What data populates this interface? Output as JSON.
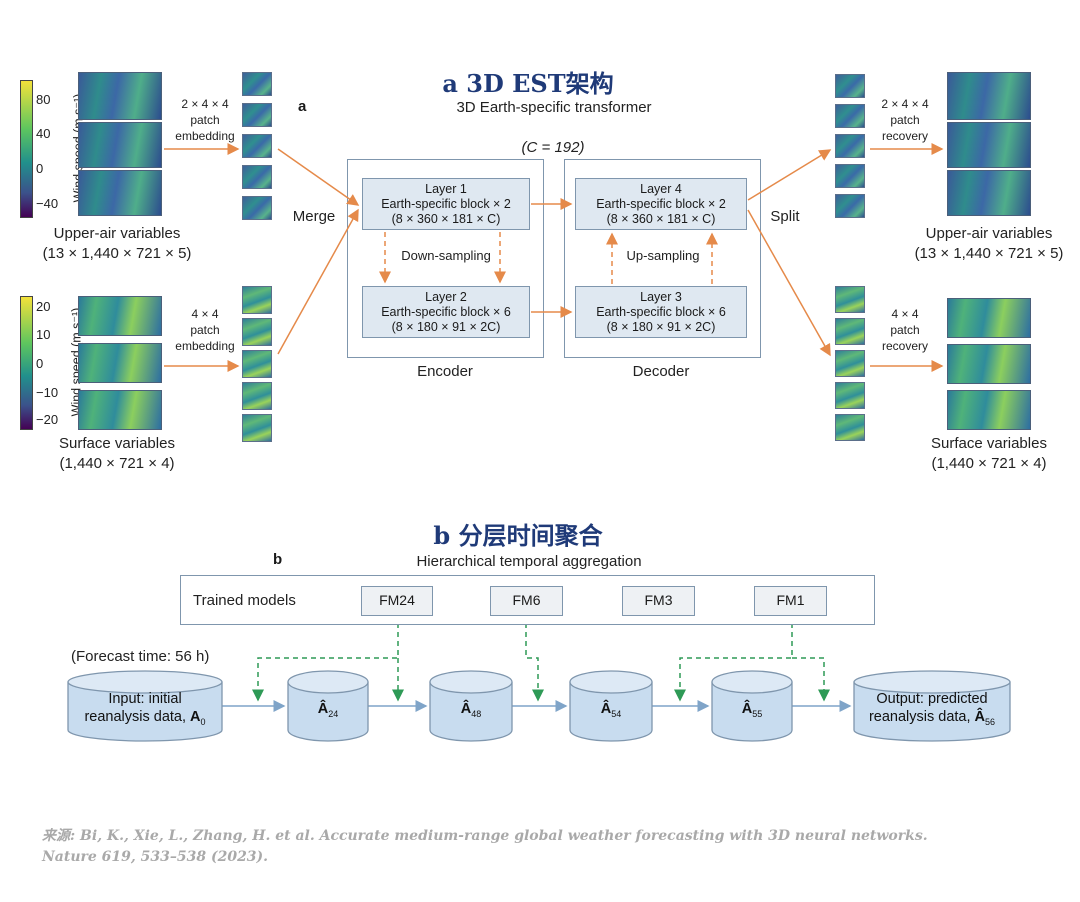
{
  "section_a": {
    "title": "a 3D EST架构",
    "letter": "a",
    "subtitle": "3D Earth-specific transformer",
    "channel": "(C = 192)",
    "layer1": {
      "line1": "Layer 1",
      "line2": "Earth-specific block × 2",
      "line3": "(8 × 360 × 181 × C)"
    },
    "layer2": {
      "line1": "Layer 2",
      "line2": "Earth-specific block × 6",
      "line3": "(8 × 180 × 91 × 2C)"
    },
    "layer3": {
      "line1": "Layer 3",
      "line2": "Earth-specific block × 6",
      "line3": "(8 × 180 × 91 × 2C)"
    },
    "layer4": {
      "line1": "Layer 4",
      "line2": "Earth-specific block × 2",
      "line3": "(8 × 360 × 181 × C)"
    },
    "down_sampling": "Down-sampling",
    "up_sampling": "Up-sampling",
    "encoder": "Encoder",
    "decoder": "Decoder",
    "merge": "Merge",
    "split": "Split",
    "upper_in": {
      "name": "Upper-air variables",
      "dims": "(13 × 1,440 × 721 × 5)"
    },
    "surface_in": {
      "name": "Surface variables",
      "dims": "(1,440 × 721 × 4)"
    },
    "upper_out": {
      "name": "Upper-air variables",
      "dims": "(13 × 1,440 × 721 × 5)"
    },
    "surface_out": {
      "name": "Surface variables",
      "dims": "(1,440 × 721 × 4)"
    },
    "upper_embed": {
      "l1": "2 × 4 × 4",
      "l2": "patch",
      "l3": "embedding"
    },
    "surface_embed": {
      "l1": "4 × 4",
      "l2": "patch",
      "l3": "embedding"
    },
    "upper_recover": {
      "l1": "2 × 4 × 4",
      "l2": "patch",
      "l3": "recovery"
    },
    "surface_recover": {
      "l1": "4 × 4",
      "l2": "patch",
      "l3": "recovery"
    },
    "colorbar_upper": {
      "label": "Wind speed (m s⁻¹)",
      "ticks": [
        "80",
        "40",
        "0",
        "−40"
      ]
    },
    "colorbar_surface": {
      "label": "Wind speed (m s⁻¹)",
      "ticks": [
        "20",
        "10",
        "0",
        "−10",
        "−20"
      ]
    }
  },
  "section_b": {
    "title": "b 分层时间聚合",
    "letter": "b",
    "subtitle": "Hierarchical temporal aggregation",
    "trained_models_label": "Trained models",
    "models": [
      "FM24",
      "FM6",
      "FM3",
      "FM1"
    ],
    "forecast_time": "(Forecast time: 56 h)",
    "input": {
      "l1": "Input: initial",
      "l2": "reanalysis data, ",
      "sym": "A",
      "sub": "0"
    },
    "states": [
      {
        "sym": "Â",
        "sub": "24"
      },
      {
        "sym": "Â",
        "sub": "48"
      },
      {
        "sym": "Â",
        "sub": "54"
      },
      {
        "sym": "Â",
        "sub": "55"
      }
    ],
    "output": {
      "l1": "Output: predicted",
      "l2": "reanalysis data, ",
      "sym": "Â",
      "sub": "56"
    }
  },
  "footer": {
    "line1": "来源: Bi, K., Xie, L., Zhang, H. et al. Accurate medium-range global weather forecasting with 3D neural networks.",
    "line2": "Nature 619, 533–538 (2023)."
  },
  "colors": {
    "title": "#1f3a78",
    "arrow": "#e58a4a",
    "dashed_down": "#e58a4a",
    "green_dashed": "#2e9a56",
    "box_fill": "#dfe8f1",
    "box_border": "#7f96ad",
    "cylinder_fill": "#c8dcef"
  }
}
